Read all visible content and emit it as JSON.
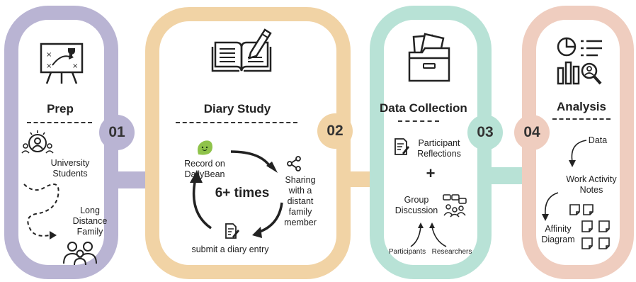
{
  "stages": [
    {
      "number": "01",
      "title": "Prep",
      "color": "#b9b4d3",
      "items": {
        "students": "University Students",
        "family": "Long Distance Family"
      }
    },
    {
      "number": "02",
      "title": "Diary Study",
      "color": "#f1d3a5",
      "items": {
        "record": "Record on DailyBean",
        "repeat": "6+ times",
        "share": "Sharing with a distant family member",
        "submit": "submit a diary entry"
      }
    },
    {
      "number": "03",
      "title": "Data Collection",
      "color": "#b8e2d6",
      "items": {
        "reflections": "Participant Reflections",
        "plus": "+",
        "group": "Group Discussion",
        "participants": "Participants",
        "researchers": "Researchers"
      }
    },
    {
      "number": "04",
      "title": "Analysis",
      "color": "#efcdbf",
      "items": {
        "data": "Data",
        "notes": "Work Activity Notes",
        "affinity": "Affinity Diagram"
      }
    }
  ],
  "icons": [
    "strategy-board-icon",
    "open-book-pen-icon",
    "folder-documents-icon",
    "analytics-chart-icon",
    "student-group-icon",
    "family-icon",
    "dailybean-icon",
    "share-icon",
    "edit-document-icon",
    "reflection-document-icon",
    "discussion-group-icon",
    "sticky-notes-icon"
  ]
}
